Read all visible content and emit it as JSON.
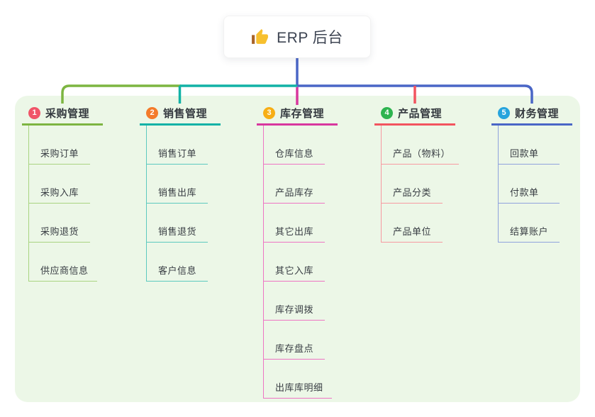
{
  "root": {
    "icon": "thumbs-up",
    "title": "ERP 后台"
  },
  "connector": {
    "root_color": "#4a66c6"
  },
  "panel_bg": "#ecf7e7",
  "branches": [
    {
      "num": "1",
      "label": "采购管理",
      "badge_color": "#f05568",
      "line_color": "#7db541",
      "sub_line_color": "#a9d481",
      "children": [
        "采购订单",
        "采购入库",
        "采购退货",
        "供应商信息"
      ]
    },
    {
      "num": "2",
      "label": "销售管理",
      "badge_color": "#f47b2a",
      "line_color": "#12b2a6",
      "sub_line_color": "#5cc9bf",
      "children": [
        "销售订单",
        "销售出库",
        "销售退货",
        "客户信息"
      ]
    },
    {
      "num": "3",
      "label": "库存管理",
      "badge_color": "#f7ae15",
      "line_color": "#d8379e",
      "sub_line_color": "#ee74c3",
      "children": [
        "仓库信息",
        "产品库存",
        "其它出库",
        "其它入库",
        "库存调拨",
        "库存盘点",
        "出库库明细"
      ]
    },
    {
      "num": "4",
      "label": "产品管理",
      "badge_color": "#2db44f",
      "line_color": "#f2545f",
      "sub_line_color": "#f79aa1",
      "children": [
        "产品（物料）",
        "产品分类",
        "产品单位"
      ]
    },
    {
      "num": "5",
      "label": "财务管理",
      "badge_color": "#27a4dd",
      "line_color": "#4a66c6",
      "sub_line_color": "#8fa2dd",
      "children": [
        "回款单",
        "付款单",
        "结算账户"
      ]
    }
  ]
}
